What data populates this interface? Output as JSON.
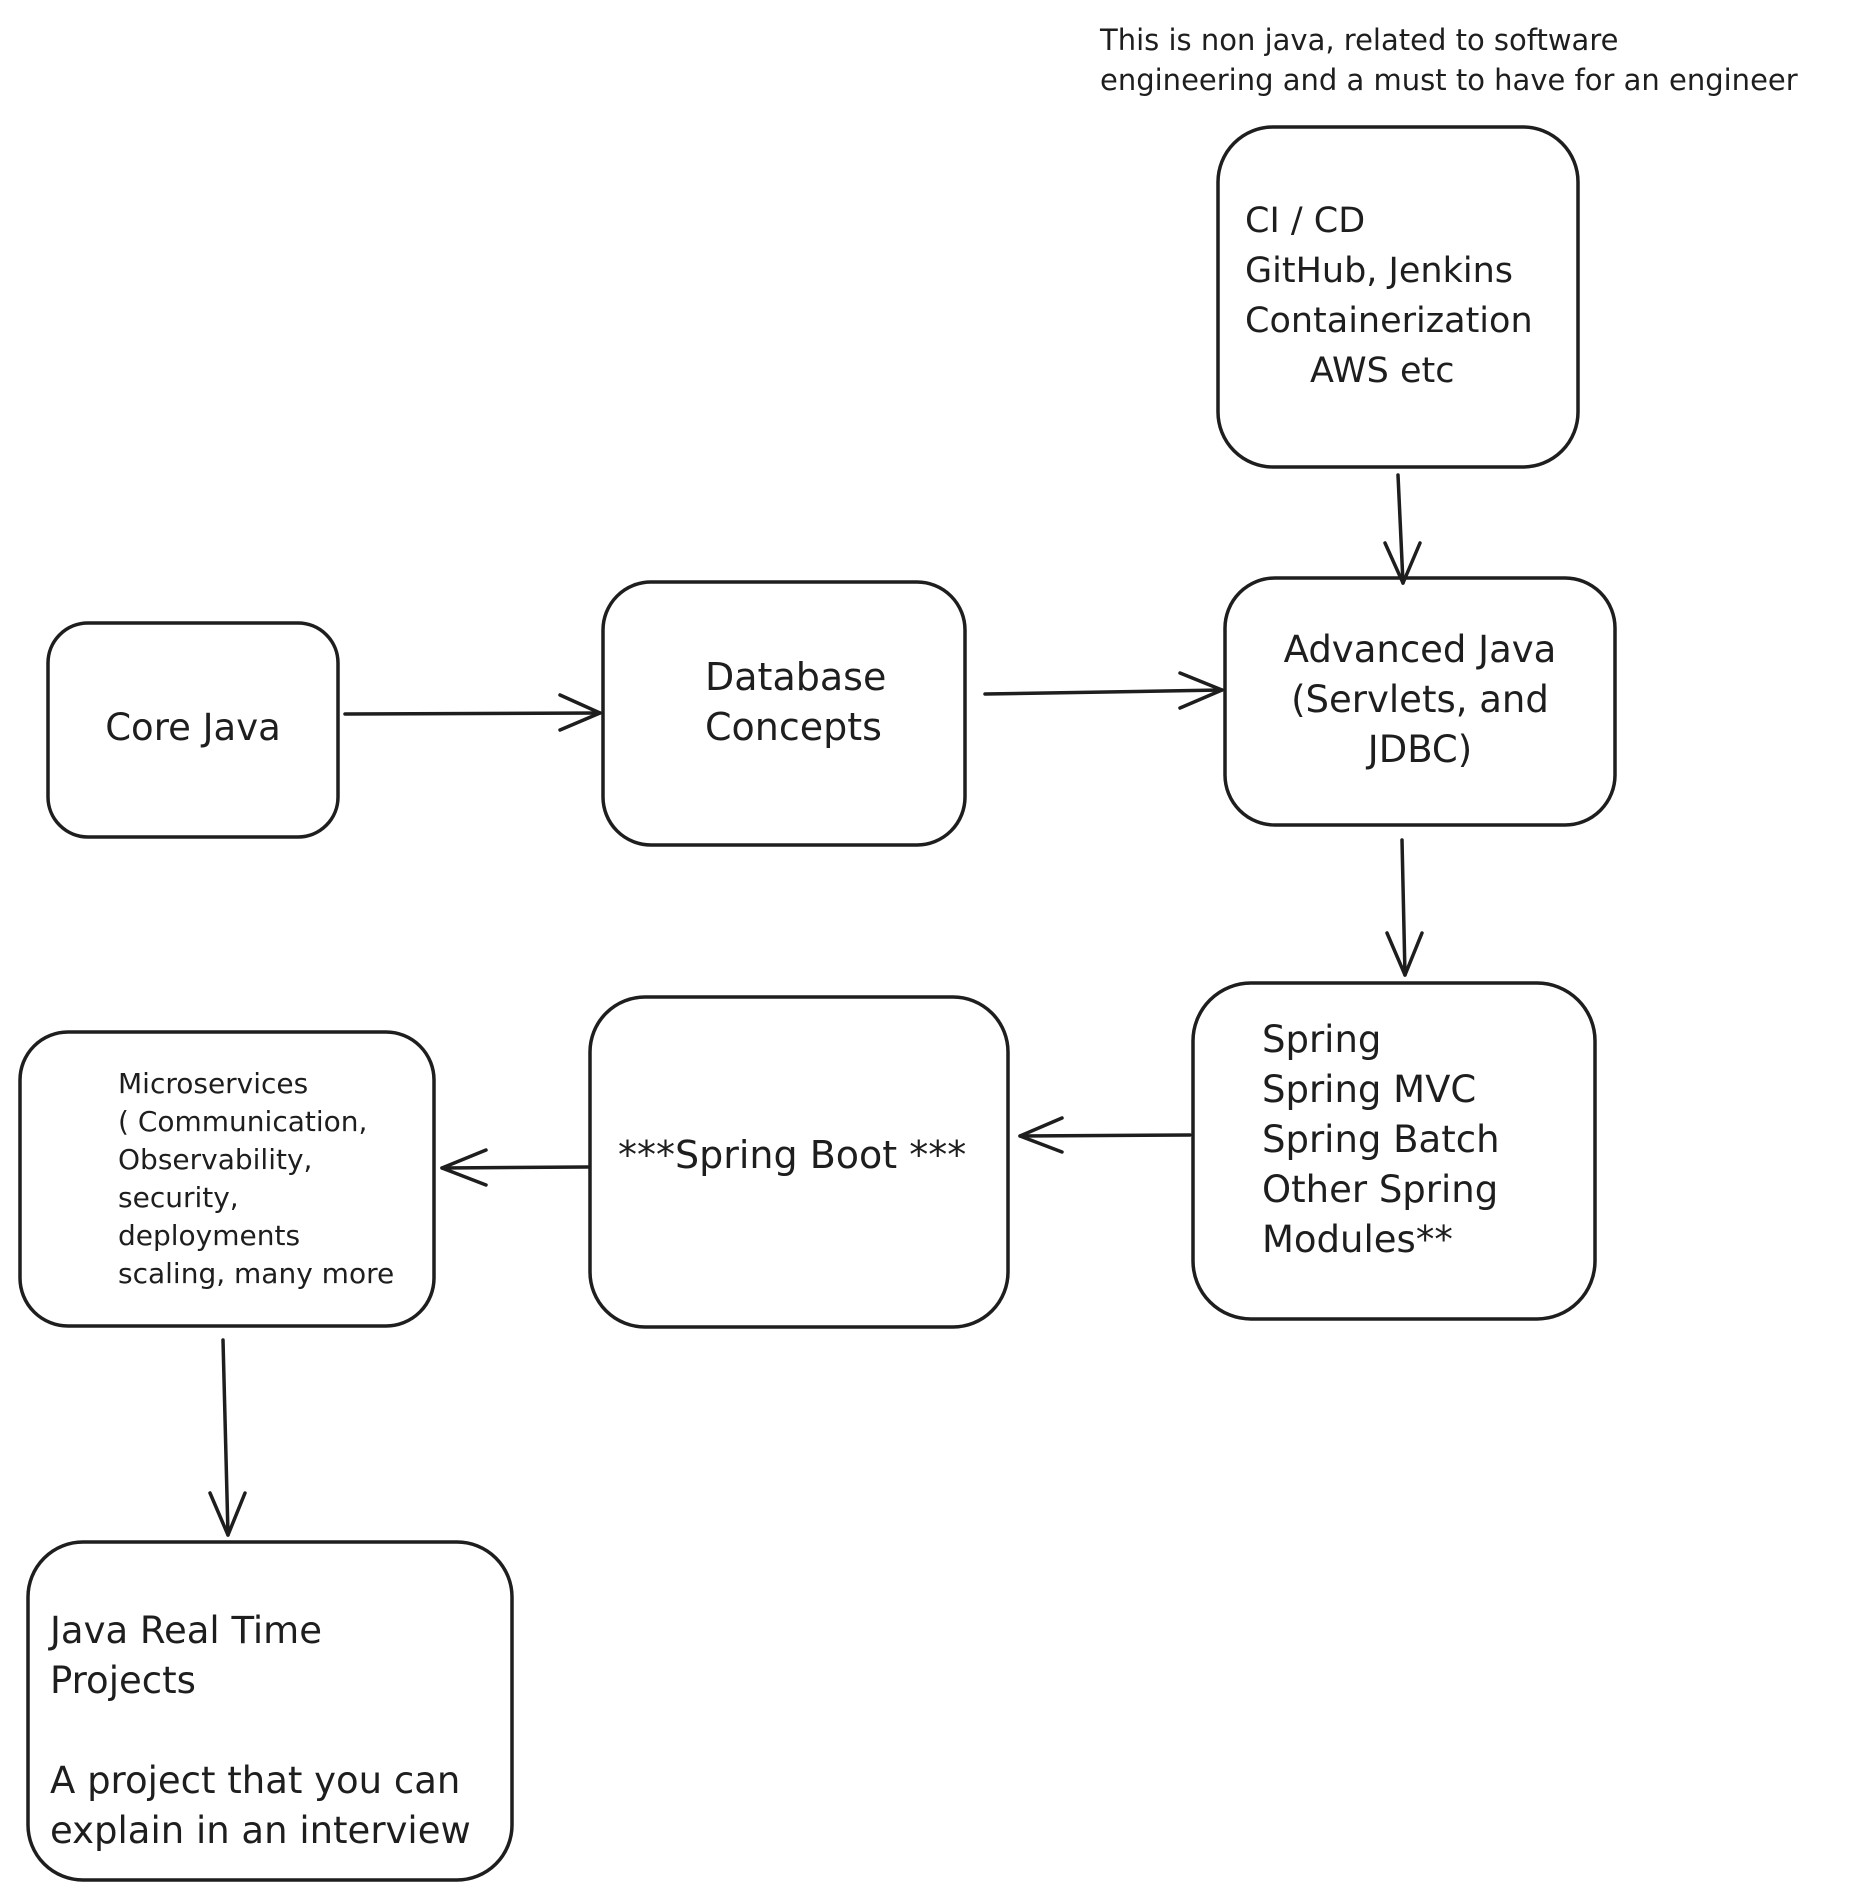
{
  "colors": {
    "stroke": "#1e1e1e",
    "background": "#ffffff",
    "node_fill": "#ffffff"
  },
  "note": {
    "lines": [
      "This is non java, related to software",
      "engineering and a must to have for an engineer"
    ]
  },
  "nodes": {
    "core_java": {
      "lines": [
        "Core Java"
      ]
    },
    "database_concepts": {
      "lines": [
        "Database",
        "Concepts"
      ]
    },
    "advanced_java": {
      "lines": [
        "Advanced Java",
        "(Servlets, and",
        "JDBC)"
      ]
    },
    "ci_cd": {
      "lines": [
        "CI / CD",
        "GitHub, Jenkins",
        "Containerization",
        "AWS etc"
      ]
    },
    "spring": {
      "lines": [
        "Spring",
        "Spring MVC",
        "Spring Batch",
        "Other Spring",
        "Modules**"
      ]
    },
    "spring_boot": {
      "lines": [
        "***Spring Boot ***"
      ]
    },
    "microservices": {
      "lines": [
        "Microservices",
        "( Communication,",
        "Observability,",
        "security,",
        "deployments",
        "scaling, many more"
      ]
    },
    "real_time_projects": {
      "lines": [
        "Java Real Time",
        "Projects",
        "",
        "A project that you can",
        "explain in an interview"
      ]
    }
  },
  "edges": [
    {
      "from": "core_java",
      "to": "database_concepts"
    },
    {
      "from": "database_concepts",
      "to": "advanced_java"
    },
    {
      "from": "ci_cd",
      "to": "advanced_java"
    },
    {
      "from": "advanced_java",
      "to": "spring"
    },
    {
      "from": "spring",
      "to": "spring_boot"
    },
    {
      "from": "spring_boot",
      "to": "microservices"
    },
    {
      "from": "microservices",
      "to": "real_time_projects"
    }
  ]
}
